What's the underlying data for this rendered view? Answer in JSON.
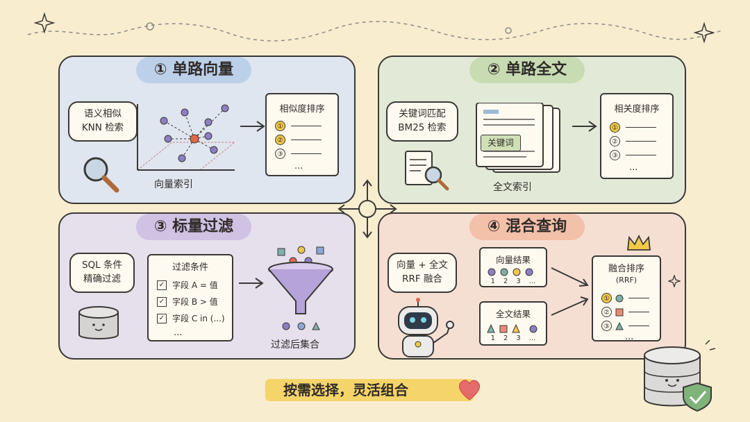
{
  "panels": {
    "vector": {
      "title": "① 单路向量",
      "bubble_line1": "语义相似",
      "bubble_line2": "KNN 检索",
      "index_label": "向量索引",
      "result": {
        "heading": "相似度排序",
        "ranks": [
          "①",
          "②",
          "③"
        ],
        "more": "..."
      }
    },
    "fulltext": {
      "title": "② 单路全文",
      "bubble_line1": "关键词匹配",
      "bubble_line2": "BM25 检索",
      "keyword_tag": "关键词",
      "index_label": "全文索引",
      "result": {
        "heading": "相关度排序",
        "ranks": [
          "①",
          "②",
          "③"
        ],
        "more": "..."
      }
    },
    "scalar": {
      "title": "③ 标量过滤",
      "bubble_line1": "SQL 条件",
      "bubble_line2": "精确过滤",
      "conditions": {
        "heading": "过滤条件",
        "items": [
          "字段 A = 值",
          "字段 B > 值",
          "字段 C in (...)"
        ],
        "more": "..."
      },
      "result_label": "过滤后集合"
    },
    "hybrid": {
      "title": "④ 混合查询",
      "bubble_line1": "向量 + 全文",
      "bubble_line2": "RRF 融合",
      "vector_results": {
        "heading": "向量结果",
        "indices": [
          "1",
          "2",
          "3"
        ],
        "more": "..."
      },
      "fulltext_results": {
        "heading": "全文结果",
        "indices": [
          "1",
          "2",
          "3"
        ],
        "more": "..."
      },
      "fusion": {
        "heading": "融合排序",
        "subheading": "(RRF)",
        "ranks": [
          "①",
          "②",
          "③"
        ],
        "more": "..."
      }
    }
  },
  "footer": {
    "text": "按需选择，灵活组合"
  },
  "colors": {
    "background": "#f8edcf",
    "vector_panel": "#dfe6ef",
    "fulltext_panel": "#e2ead7",
    "scalar_panel": "#e6e0ed",
    "hybrid_panel": "#f5dfd3",
    "rank_yellow": "#f1c94a",
    "rank_teal": "#7fb0a8",
    "rank_purple": "#8c7fc3",
    "rank_red": "#e98a78"
  }
}
